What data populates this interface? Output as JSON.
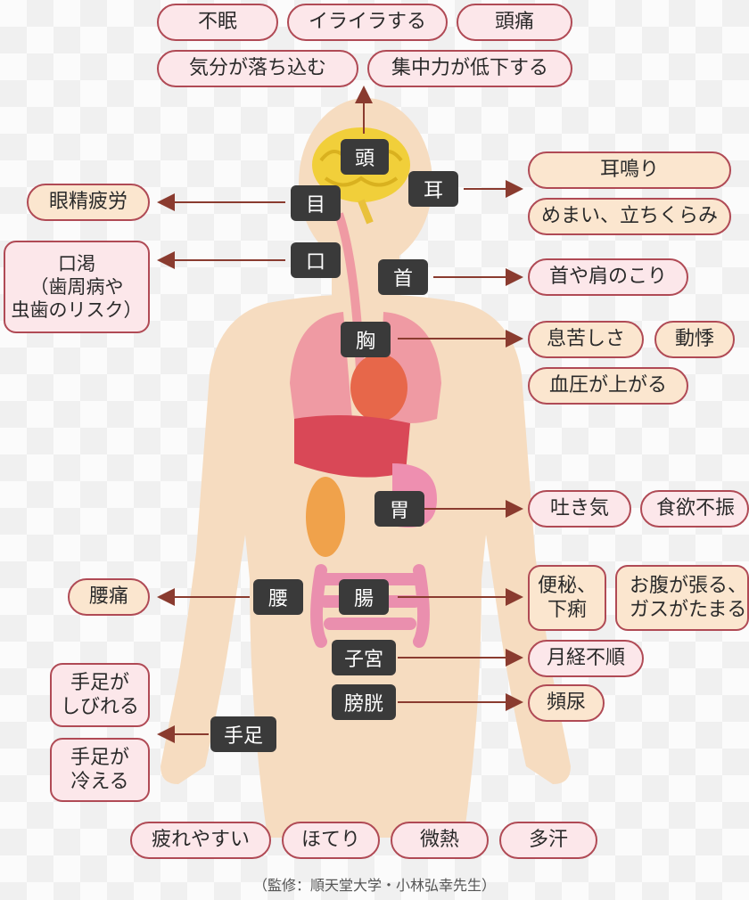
{
  "symptoms": {
    "head_1": "不眠",
    "head_2": "イライラする",
    "head_3": "頭痛",
    "head_4": "気分が落ち込む",
    "head_5": "集中力が低下する",
    "ear_1": "耳鳴り",
    "ear_2": "めまい、立ちくらみ",
    "eye_1": "眼精疲労",
    "mouth_1": "口渇",
    "mouth_2": "（歯周病や",
    "mouth_3": "虫歯のリスク）",
    "neck_1": "首や肩のこり",
    "chest_1": "息苦しさ",
    "chest_2": "動悸",
    "chest_3": "血圧が上がる",
    "stomach_1": "吐き気",
    "stomach_2": "食欲不振",
    "intestine_1": "便秘、",
    "intestine_2": "下痢",
    "intestine_3": "お腹が張る、",
    "intestine_4": "ガスがたまる",
    "waist_1": "腰痛",
    "uterus_1": "月経不順",
    "bladder_1": "頻尿",
    "limbs_1": "手足が",
    "limbs_2": "しびれる",
    "limbs_3": "手足が",
    "limbs_4": "冷える",
    "general_1": "疲れやすい",
    "general_2": "ほてり",
    "general_3": "微熱",
    "general_4": "多汗"
  },
  "organs": {
    "head": "頭",
    "eye": "目",
    "ear": "耳",
    "mouth": "口",
    "neck": "首",
    "chest": "胸",
    "stomach": "胃",
    "waist": "腰",
    "intestine": "腸",
    "uterus": "子宮",
    "bladder": "膀胱",
    "limbs": "手足"
  },
  "credit": "（監修：順天堂大学・小林弘幸先生）",
  "colors": {
    "pill_border": "#b04a55",
    "pill_pink": "#fce7ea",
    "pill_peach": "#fbe6cf",
    "organ_label": "#3a3a3a",
    "arrow": "#8a3b2f",
    "body": "#f6dcc0",
    "brain": "#f1cf3a",
    "lungs": "#ef9aa3",
    "heart": "#e7674a",
    "liver": "#d94857",
    "stomach_organ": "#ee8fb0",
    "kidney": "#f0a24b",
    "intestine_organ": "#ea8fae"
  }
}
